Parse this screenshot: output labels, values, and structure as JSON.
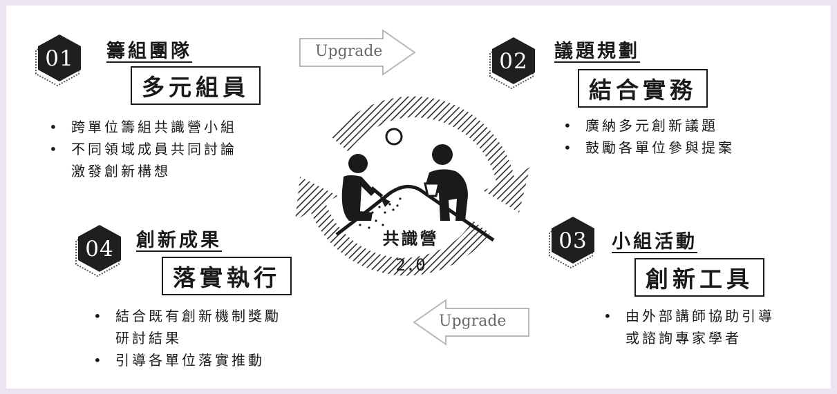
{
  "center": {
    "label": "共識營",
    "version": "2.0"
  },
  "arrows": {
    "top": "Upgrade",
    "bottom": "Upgrade"
  },
  "steps": [
    {
      "number": "01",
      "heading": "籌組團隊",
      "boxed": "多元組員",
      "bullets": [
        "跨單位籌組共識營小組",
        "不同領域成員共同討論",
        "激發創新構想"
      ]
    },
    {
      "number": "02",
      "heading": "議題規劃",
      "boxed": "結合實務",
      "bullets": [
        "廣納多元創新議題",
        "鼓勵各單位參與提案"
      ]
    },
    {
      "number": "03",
      "heading": "小組活動",
      "boxed": "創新工具",
      "bullets": [
        "由外部講師協助引導",
        "或諮詢專家學者"
      ]
    },
    {
      "number": "04",
      "heading": "創新成果",
      "boxed": "落實執行",
      "bullets": [
        "結合既有創新機制獎勵",
        "研討結果",
        "引導各單位落實推動"
      ]
    }
  ]
}
